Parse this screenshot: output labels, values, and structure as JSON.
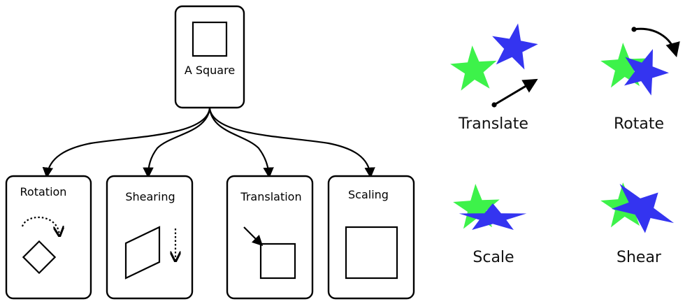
{
  "tree": {
    "root": {
      "label": "A Square"
    },
    "children": [
      {
        "label": "Rotation"
      },
      {
        "label": "Shearing"
      },
      {
        "label": "Translation"
      },
      {
        "label": "Scaling"
      }
    ]
  },
  "examples": [
    {
      "label": "Translate"
    },
    {
      "label": "Rotate"
    },
    {
      "label": "Scale"
    },
    {
      "label": "Shear"
    }
  ],
  "colors": {
    "original_star": "#3df24a",
    "transformed_star": "#3434f0",
    "overlap": "#1a45b0",
    "stroke": "#000000"
  },
  "icons": [
    "square-icon",
    "rotation-arrow-icon",
    "shear-arrow-icon",
    "translation-arrow-icon",
    "rotate-arrow-icon",
    "translate-arrow-icon",
    "star-icon"
  ]
}
